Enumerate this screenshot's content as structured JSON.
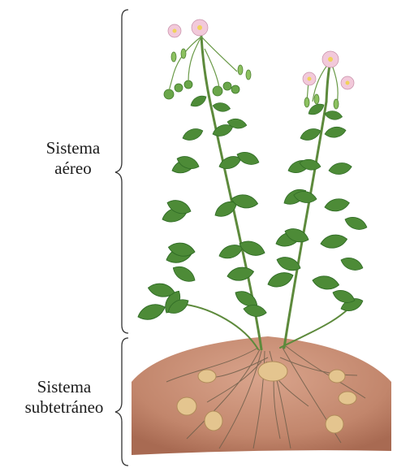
{
  "labels": {
    "aereo": [
      "Sistema",
      "aéreo"
    ],
    "subterraneo": [
      "Sistema",
      "subtetráneo"
    ]
  },
  "colors": {
    "soil": "#c98d75",
    "soil_dark": "#a86a52",
    "leaf": "#4f8f3a",
    "leaf_dark": "#2f6b25",
    "stem": "#5d8a3c",
    "flower": "#f0c3d6",
    "berry": "#6aa64a",
    "tuber": "#e6c592",
    "root": "#7a6a55",
    "bracket": "#333333"
  }
}
